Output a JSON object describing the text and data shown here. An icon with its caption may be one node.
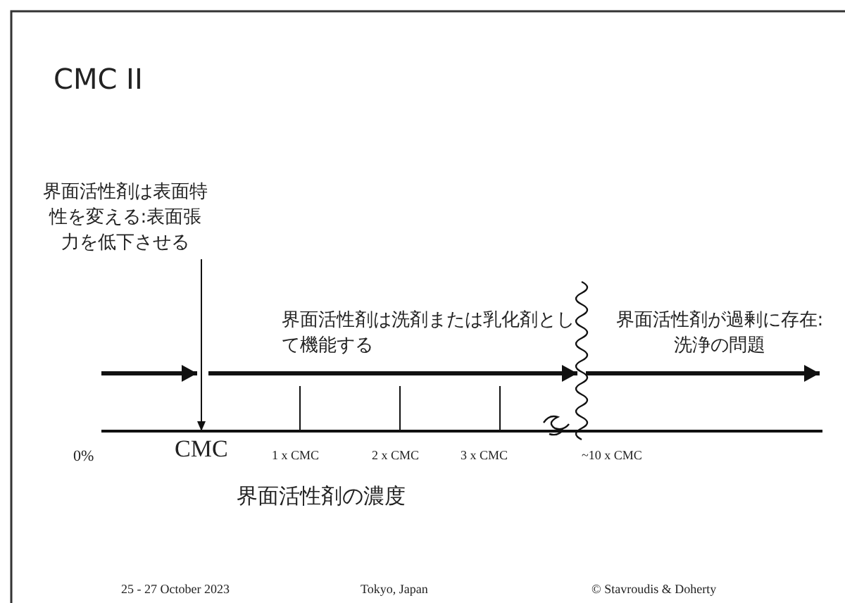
{
  "diagram": {
    "title": "CMC II",
    "nodes": [
      {
        "text": [
          "界面活性剤は表面特性を変える:表面張力を低下させる"
        ]
      },
      {
        "text": [
          "CMC"
        ]
      }
    ],
    "edges": [
      {
        "from": 0,
        "to": 1,
        "arrow": "to"
      }
    ],
    "labels": [
      "界面活性剤は洗剤または乳化剤として機能する",
      "界面活性剤が過剰に存在:洗浄の問題",
      "0%",
      "1 x CMC",
      "2 x CMC",
      "3 x CMC",
      "~10 x CMC",
      "界面活性剤の濃度",
      "25 - 27 October 2023",
      "Tokyo, Japan",
      "© Stavroudis & Doherty"
    ]
  }
}
